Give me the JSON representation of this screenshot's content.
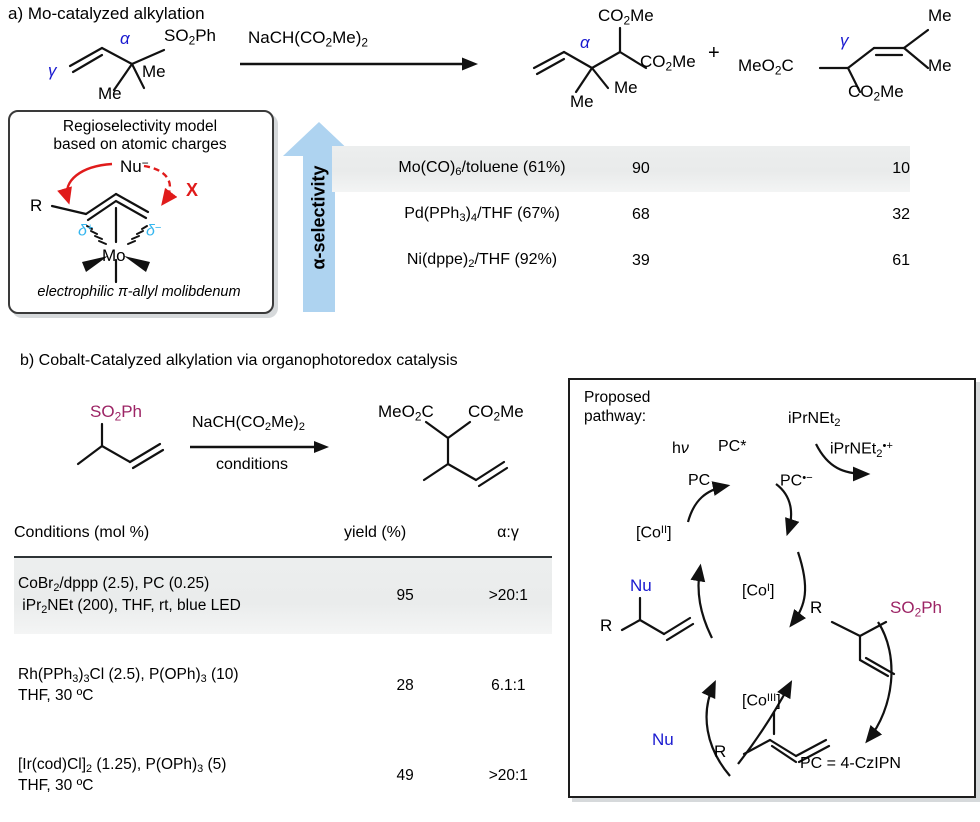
{
  "panel_a": {
    "title": "a) Mo-catalyzed alkylation",
    "substrate": {
      "sulfone": "SO2Ph",
      "methyl_1": "Me",
      "methyl_2": "Me",
      "alpha_label": "α",
      "gamma_label": "γ"
    },
    "reagent": "NaCH(CO2Me)2",
    "product_alpha": {
      "alpha_label": "α",
      "ester_top": "CO2Me",
      "ester_right": "CO2Me",
      "methyl_1": "Me",
      "methyl_2": "Me"
    },
    "plus": "+",
    "product_gamma": {
      "gamma_label": "γ",
      "ester_left": "MeO2C",
      "ester_bottom": "CO2Me",
      "methyl_top": "Me",
      "methyl_bottom": "Me"
    },
    "selectivity_arrow": {
      "label": "α-selectivity",
      "color": "#aed3f0"
    },
    "regio_box": {
      "line1": "Regioselectivity model",
      "line2": "based on atomic charges",
      "nucleophile": "Nu⁻",
      "cross": "X",
      "r_label": "R",
      "delta_plus": "δ⁺",
      "delta_minus": "δ⁻",
      "metal": "Mo",
      "caption": "electrophilic π-allyl molibdenum"
    },
    "table": {
      "rows": [
        {
          "conditions": "Mo(CO)6/toluene (61%)",
          "alpha": "90",
          "gamma": "10",
          "highlight": true
        },
        {
          "conditions": "Pd(PPh3)4/THF (67%)",
          "alpha": "68",
          "gamma": "32",
          "highlight": false
        },
        {
          "conditions": "Ni(dppe)2/THF (92%)",
          "alpha": "39",
          "gamma": "61",
          "highlight": false
        }
      ]
    }
  },
  "panel_b": {
    "title": "b) Cobalt-Catalyzed alkylation via organophotoredox catalysis",
    "substrate": {
      "sulfone": "SO2Ph"
    },
    "reagent_top": "NaCH(CO2Me)2",
    "reagent_bottom": "conditions",
    "product": {
      "ester_left": "MeO2C",
      "ester_right": "CO2Me"
    },
    "table": {
      "headers": [
        "Conditions (mol %)",
        "yield (%)",
        "α:γ"
      ],
      "rows": [
        {
          "line1": "CoBr2/dppp (2.5), PC (0.25)",
          "line2": "iPr2NEt (200), THF, rt, blue LED",
          "yield": "95",
          "ratio": ">20:1",
          "highlight": true
        },
        {
          "line1": "Rh(PPh3)3Cl (2.5), P(OPh)3 (10)",
          "line2": "THF, 30 ºC",
          "yield": "28",
          "ratio": "6.1:1",
          "highlight": false
        },
        {
          "line1": "[Ir(cod)Cl]2 (1.25), P(OPh)3 (5)",
          "line2": "THF, 30 ºC",
          "yield": "49",
          "ratio": ">20:1",
          "highlight": false
        }
      ]
    },
    "cycle": {
      "title_line1": "Proposed",
      "title_line2": "pathway:",
      "hv": "hν",
      "pc": "PC",
      "pc_excited": "PC*",
      "pc_radical_anion": "PC",
      "pc_radical_anion_sup": "•−",
      "amine": "iPrNEt2",
      "amine_radical_cation": "iPrNEt2",
      "amine_radical_cation_sup": "•+",
      "co_ii": "[CoII]",
      "co_i": "[CoI]",
      "co_iii": "[CoIII]",
      "nu_product": "Nu",
      "nu_reagent": "Nu",
      "r_product": "R",
      "r_substrate": "R",
      "r_allyl": "R",
      "sulfone": "SO2Ph",
      "footnote": "PC = 4-CzIPN"
    }
  },
  "colors": {
    "blue": "#1a1ad0",
    "cyan": "#35b6ef",
    "magenta": "#9c2465",
    "red": "#e01b1b",
    "arrow_blue": "#aed3f0",
    "row_highlight": "#ebeded"
  }
}
